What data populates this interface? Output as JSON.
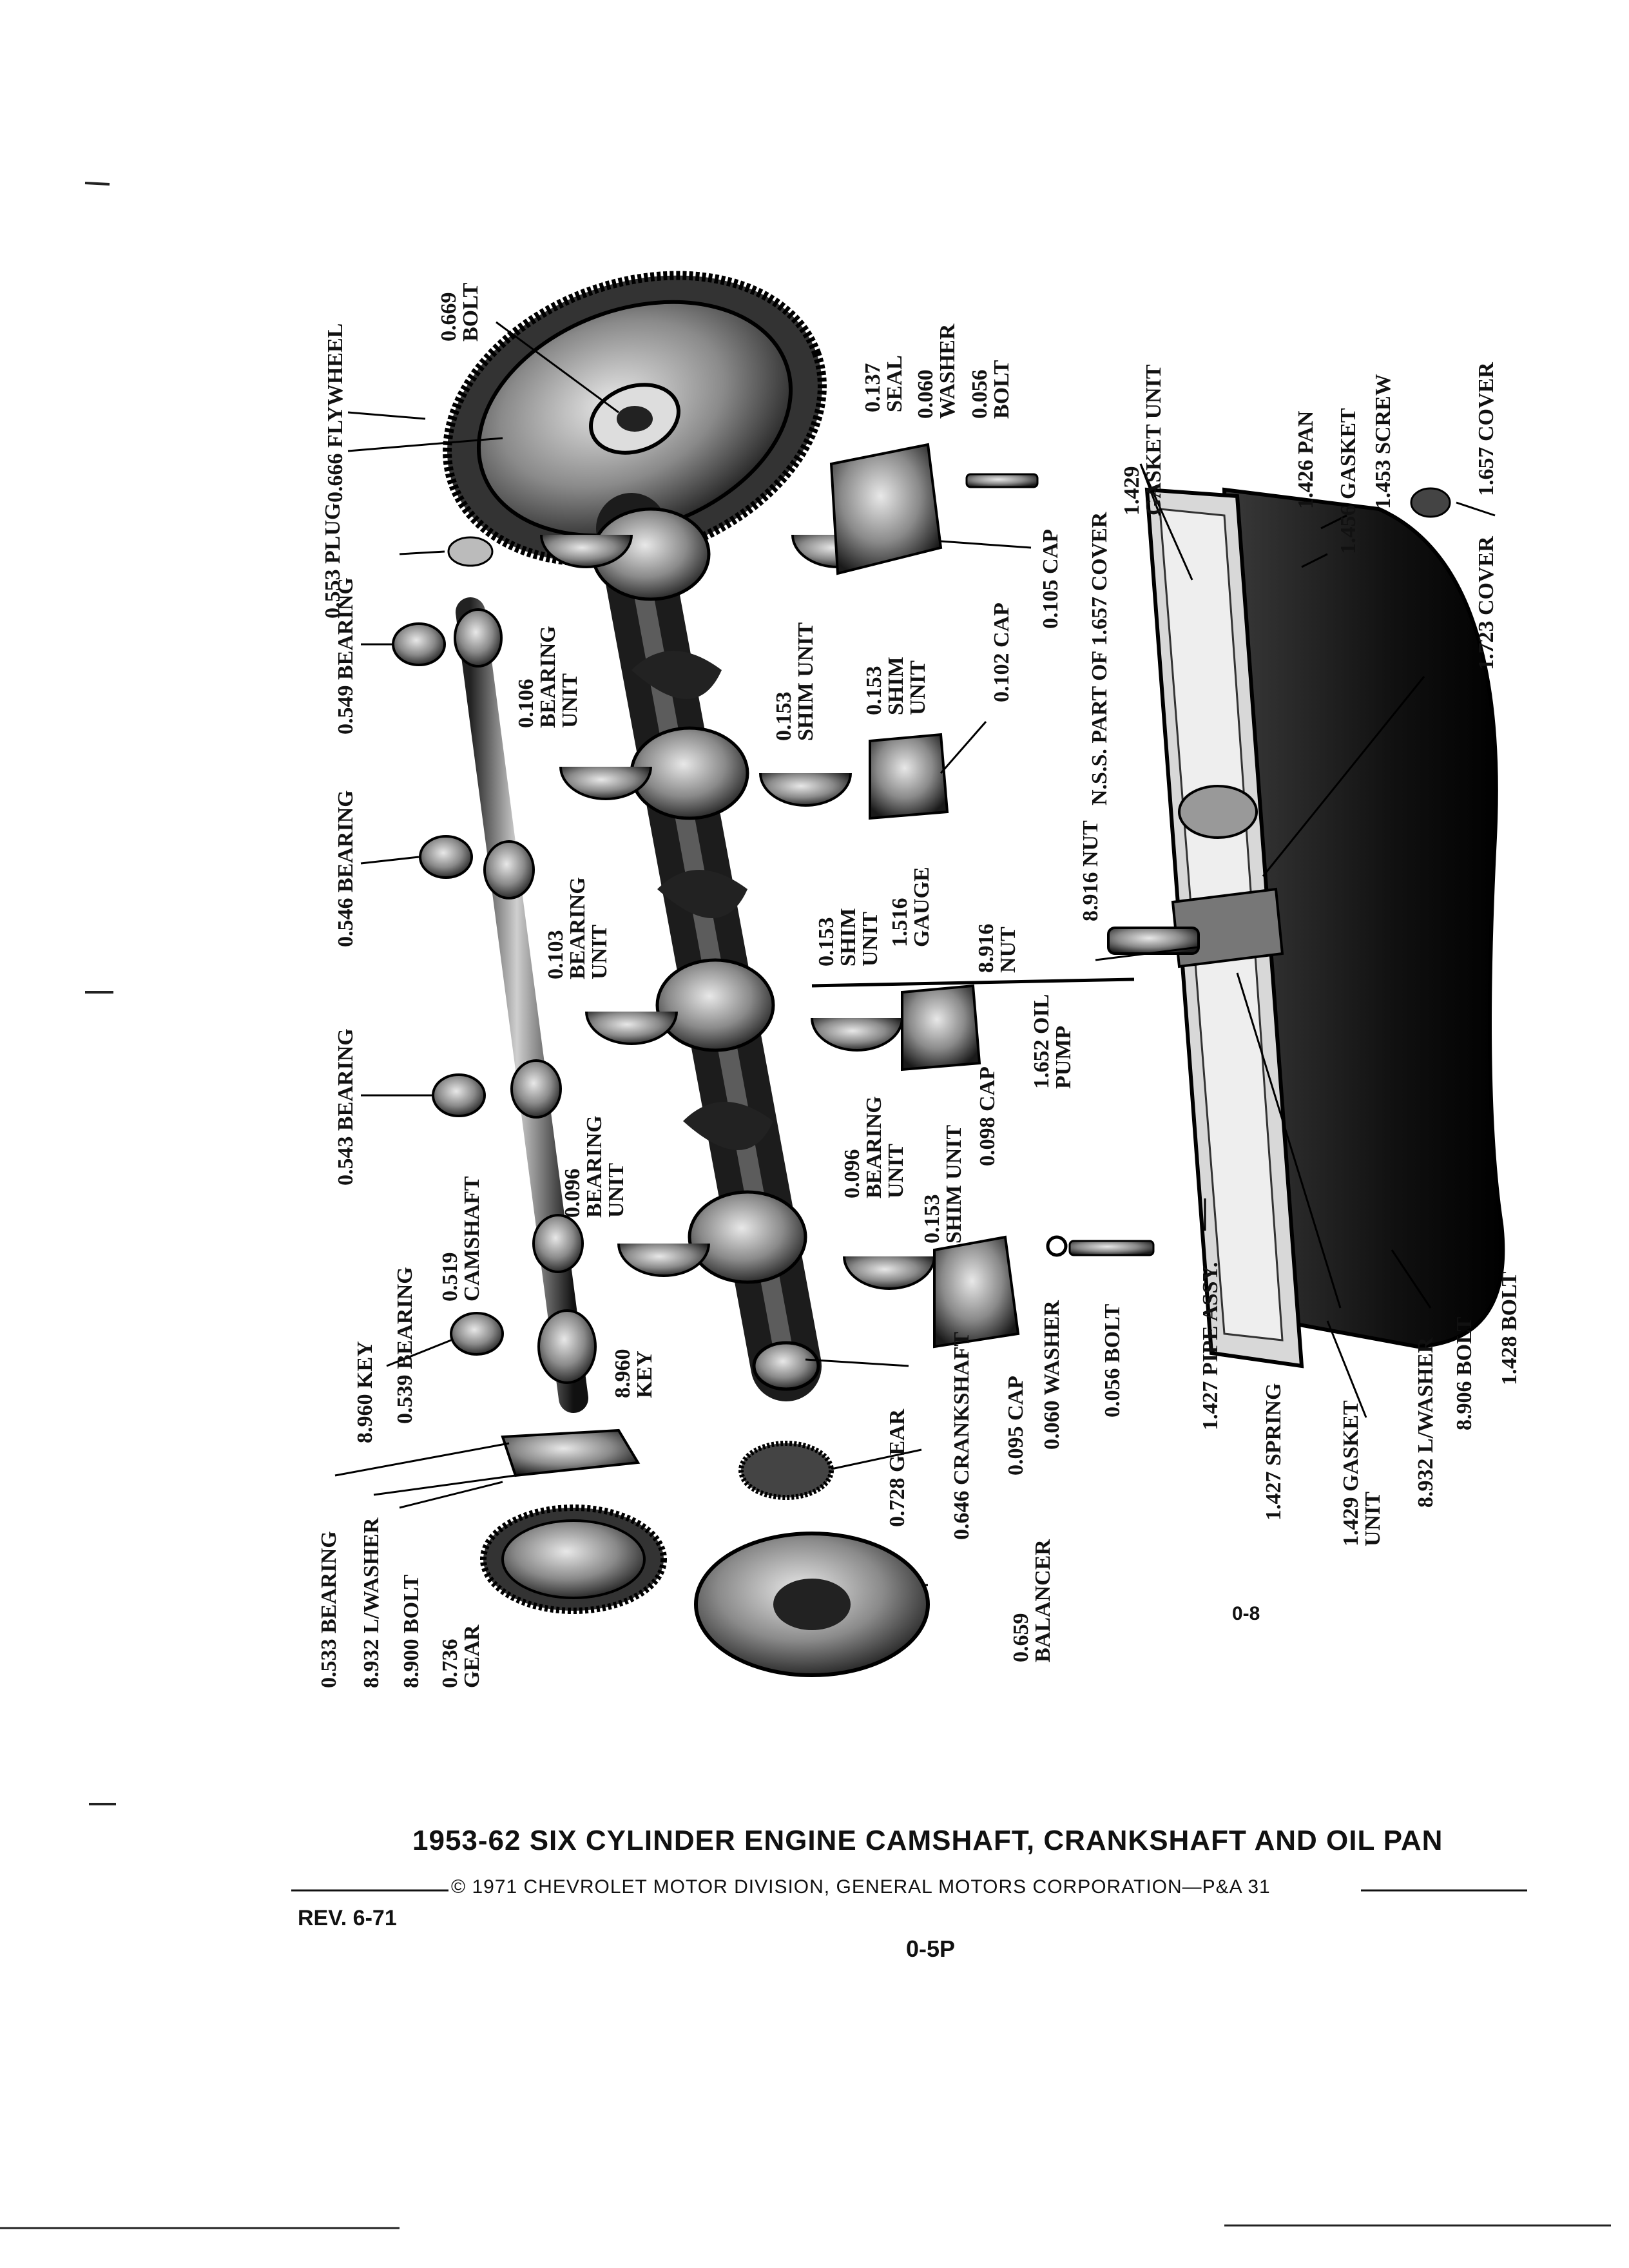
{
  "title": "1953-62 SIX CYLINDER ENGINE CAMSHAFT, CRANKSHAFT AND OIL PAN",
  "copyright": "© 1971 CHEVROLET MOTOR DIVISION, GENERAL MOTORS CORPORATION—P&A 31",
  "revision": "REV. 6-71",
  "page_number": "0-5P",
  "figure_number": "0-8",
  "callouts": {
    "flywheel_bolt": [
      "0.669",
      "BOLT"
    ],
    "flywheel": [
      "0.666 FLYWHEEL"
    ],
    "plug": [
      "0.553 PLUG"
    ],
    "bearing_549": [
      "0.549 BEARING"
    ],
    "bearing_546": [
      "0.546 BEARING"
    ],
    "bearing_543": [
      "0.543 BEARING"
    ],
    "camshaft": [
      "0.519",
      "CAMSHAFT"
    ],
    "bearing_539": [
      "0.539 BEARING"
    ],
    "key_8960_left": [
      "8.960 KEY"
    ],
    "key_8960_crank": [
      "8.960",
      "KEY"
    ],
    "bearing_unit_106": [
      "0.106",
      "BEARING",
      "UNIT"
    ],
    "bearing_unit_103": [
      "0.103",
      "BEARING",
      "UNIT"
    ],
    "bearing_unit_096_a": [
      "0.096",
      "BEARING",
      "UNIT"
    ],
    "bearing_unit_096_b": [
      "0.096",
      "BEARING",
      "UNIT"
    ],
    "shim_153_a": [
      "0.153",
      "SHIM UNIT"
    ],
    "shim_153_b": [
      "0.153",
      "SHIM",
      "UNIT"
    ],
    "shim_153_c": [
      "0.153",
      "SHIM",
      "UNIT"
    ],
    "shim_153_d": [
      "0.153",
      "SHIM UNIT"
    ],
    "seal_137": [
      "0.137",
      "SEAL"
    ],
    "washer_060_top": [
      "0.060",
      "WASHER"
    ],
    "bolt_056_top": [
      "0.056",
      "BOLT"
    ],
    "cap_105": [
      "0.105 CAP"
    ],
    "cap_102": [
      "0.102 CAP"
    ],
    "gauge_1516": [
      "1.516",
      "GAUGE"
    ],
    "nut_8916_a": [
      "8.916",
      "NUT"
    ],
    "oil_pump": [
      "1.652 OIL",
      "PUMP"
    ],
    "cap_098": [
      "0.098 CAP"
    ],
    "cap_095": [
      "0.095 CAP"
    ],
    "washer_060_bottom": [
      "0.060 WASHER"
    ],
    "bolt_056_bottom": [
      "0.056 BOLT"
    ],
    "crankshaft": [
      "0.646 CRANKSHAFT"
    ],
    "gear_728": [
      "0.728 GEAR"
    ],
    "balancer": [
      "0.659",
      "BALANCER"
    ],
    "bearing_533": [
      "0.533 BEARING"
    ],
    "lwasher_8932_left": [
      "8.932 L/WASHER"
    ],
    "bolt_8900": [
      "8.900 BOLT"
    ],
    "gear_736": [
      "0.736",
      "GEAR"
    ],
    "gasket_unit_1429_top": [
      "1.429",
      "GASKET UNIT"
    ],
    "nss_part": [
      "N.S.S. PART OF 1.657 COVER"
    ],
    "nut_8916_b": [
      "8.916 NUT"
    ],
    "pan": [
      "1.426 PAN"
    ],
    "gasket_1456": [
      "1.456 GASKET"
    ],
    "screw_1453": [
      "1.453 SCREW"
    ],
    "cover_1657": [
      "1.657 COVER"
    ],
    "cover_1723": [
      "1.723 COVER"
    ],
    "pipe_assy": [
      "1.427 PIPE ASSY."
    ],
    "spring": [
      "1.427 SPRING"
    ],
    "gasket_unit_1429_bottom": [
      "1.429 GASKET",
      "UNIT"
    ],
    "lwasher_8932_right": [
      "8.932 L/WASHER"
    ],
    "bolt_8906": [
      "8.906 BOLT"
    ],
    "bolt_1428": [
      "1.428 BOLT"
    ]
  }
}
